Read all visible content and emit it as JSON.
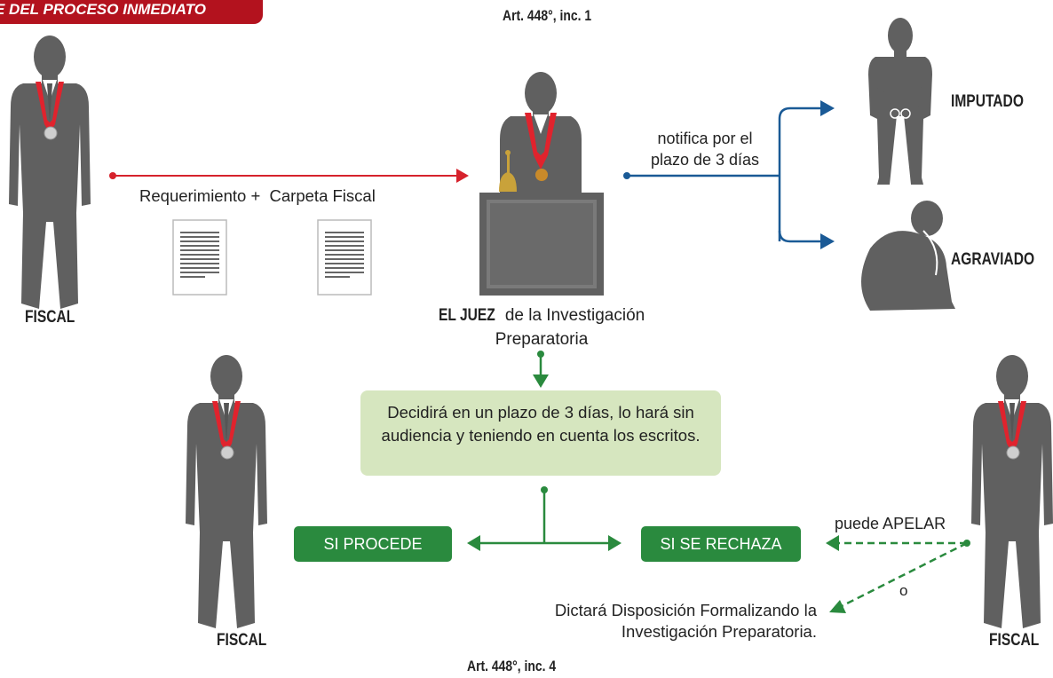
{
  "banner": {
    "text": "E DEL PROCESO INMEDIATO"
  },
  "article_top": "Art. 448°, inc. 1",
  "article_bottom": "Art. 448°, inc. 4",
  "labels": {
    "fiscal_left": "FISCAL",
    "fiscal_middle": "FISCAL",
    "fiscal_right": "FISCAL",
    "imputado": "IMPUTADO",
    "agraviado": "AGRAVIADO"
  },
  "flow": {
    "requerimiento": "Requerimiento +  Carpeta Fiscal",
    "notifica_line1": "notifica por el",
    "notifica_line2": "plazo de 3 días",
    "juez_bold": "EL JUEZ",
    "juez_rest": " de la Investigación",
    "juez_line2": "Preparatoria",
    "decision": "Decidirá en un plazo de 3 días, lo hará sin audiencia y teniendo en cuenta los escritos.",
    "si_procede": "SI PROCEDE",
    "si_rechaza": "SI SE RECHAZA",
    "puede_apelar": "puede APELAR",
    "o": "o",
    "dictara_line1": "Dictará Disposición Formalizando la",
    "dictara_line2": "Investigación Preparatoria."
  },
  "colors": {
    "red_arrow": "#d6222c",
    "blue_arrow": "#1a5a96",
    "green_arrow": "#2a8a3e",
    "figure_gray": "#606060",
    "banner_red": "#b3121e",
    "decision_box": "#d6e6bf"
  }
}
